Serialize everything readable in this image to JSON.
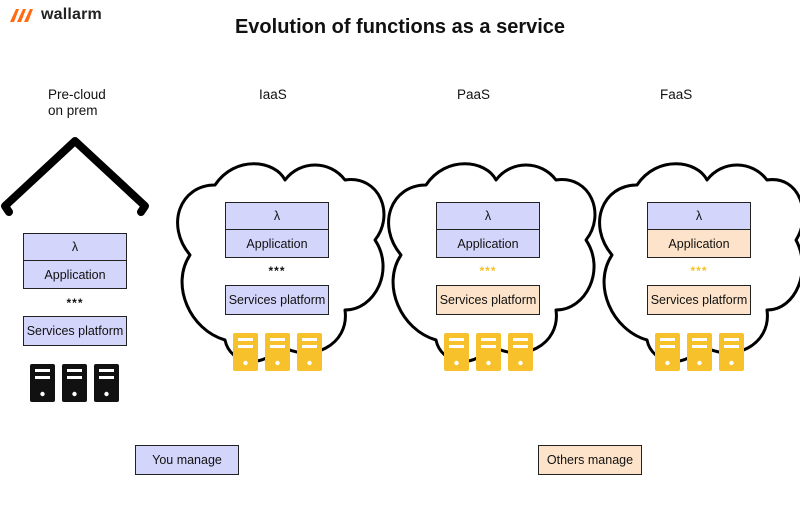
{
  "brand": {
    "name": "wallarm",
    "color": "#ff6a13"
  },
  "title": "Evolution of functions as a service",
  "colors": {
    "you_manage": "#d4d5fb",
    "others_manage": "#fde3c9",
    "server_yellow": "#f6c12b",
    "server_dark": "#111111"
  },
  "stages": [
    {
      "label_line1": "Pre-cloud",
      "label_line2": "on prem",
      "lambda": "λ",
      "application": "Application",
      "dots": "***",
      "services": "Services platform"
    },
    {
      "label_line1": "IaaS",
      "label_line2": "",
      "lambda": "λ",
      "application": "Application",
      "dots": "***",
      "services": "Services platform"
    },
    {
      "label_line1": "PaaS",
      "label_line2": "",
      "lambda": "λ",
      "application": "Application",
      "dots": "***",
      "services": "Services platform"
    },
    {
      "label_line1": "FaaS",
      "label_line2": "",
      "lambda": "λ",
      "application": "Application",
      "dots": "***",
      "services": "Services platform"
    }
  ],
  "legend": {
    "you_manage": "You manage",
    "others_manage": "Others manage"
  }
}
